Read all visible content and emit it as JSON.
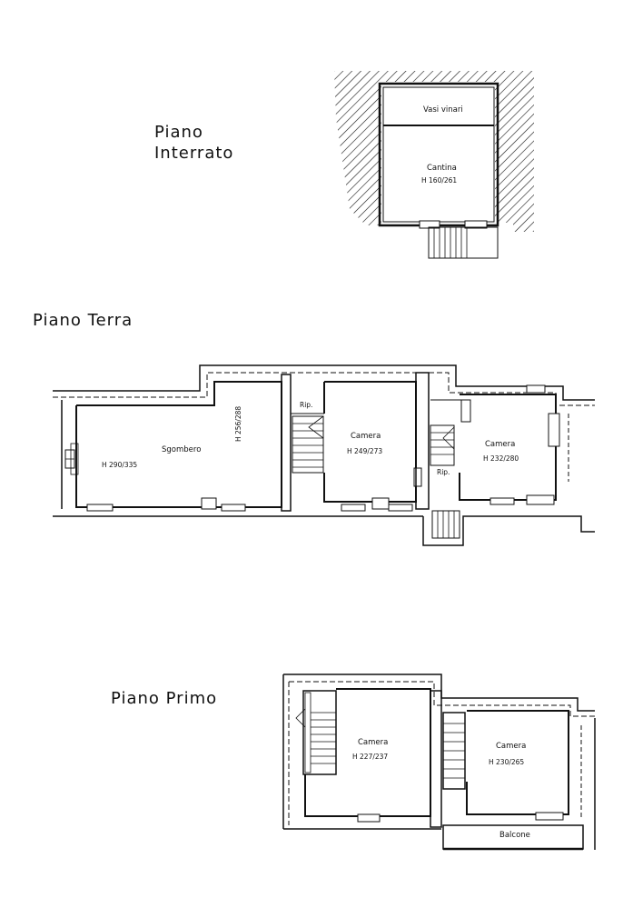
{
  "floors": {
    "interrato": {
      "title_line1": "Piano",
      "title_line2": "Interrato",
      "rooms": {
        "vasi": {
          "name": "Vasi vinari"
        },
        "cantina": {
          "name": "Cantina",
          "height": "H 160/261"
        }
      }
    },
    "terra": {
      "title": "Piano  Terra",
      "rooms": {
        "sgombero": {
          "name": "Sgombero",
          "height": "H 290/335",
          "height_side": "H 256/288"
        },
        "camera1": {
          "name": "Camera",
          "height": "H 249/273"
        },
        "camera2": {
          "name": "Camera",
          "height": "H 232/280"
        },
        "rip1": {
          "name": "Rip."
        },
        "rip2": {
          "name": "Rip."
        }
      }
    },
    "primo": {
      "title": "Piano  Primo",
      "rooms": {
        "camera1": {
          "name": "Camera",
          "height": "H 227/237"
        },
        "camera2": {
          "name": "Camera",
          "height": "H 230/265"
        },
        "balcone": {
          "name": "Balcone"
        }
      }
    }
  },
  "colors": {
    "ink": "#111111",
    "paper": "#ffffff"
  }
}
